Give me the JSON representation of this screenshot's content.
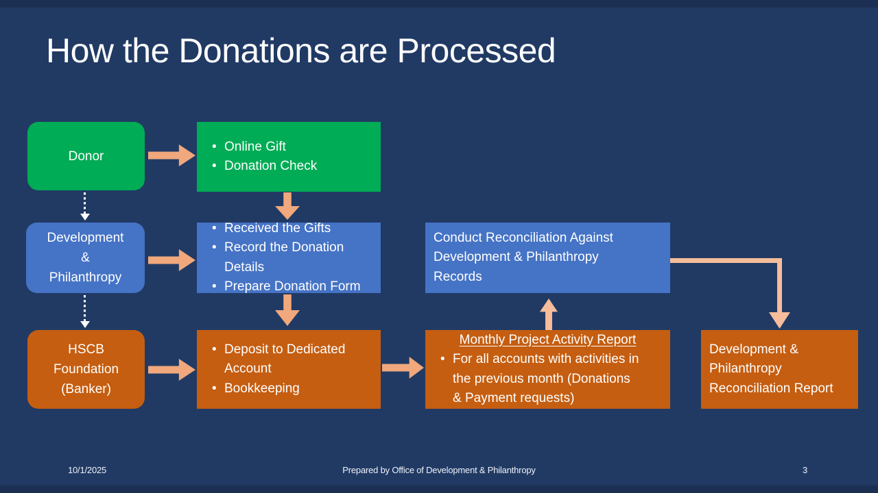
{
  "title": "How the Donations are Processed",
  "colors": {
    "background": "#213a64",
    "green": "#00ac55",
    "blue": "#4573c5",
    "orange": "#c55e11",
    "arrow": "#f0a87c",
    "connector": "#f5bd9b"
  },
  "flow": {
    "donor": {
      "label": "Donor"
    },
    "gifts": {
      "items": [
        "Online Gift",
        "Donation Check"
      ]
    },
    "devphil": {
      "lines": [
        "Development",
        "&",
        "Philanthropy"
      ]
    },
    "received": {
      "items": [
        "Received the Gifts",
        "Record the Donation",
        "Details",
        "Prepare Donation Form"
      ]
    },
    "reconcile": {
      "lines": [
        "Conduct Reconciliation Against",
        "Development & Philanthropy",
        "Records"
      ]
    },
    "hscb": {
      "lines": [
        "HSCB",
        "Foundation",
        "(Banker)"
      ]
    },
    "deposit": {
      "items": [
        "Deposit to Dedicated",
        "Account",
        "Bookkeeping"
      ]
    },
    "monthly": {
      "heading": "Monthly Project Activity Report",
      "items": [
        "For all accounts with activities in",
        "the previous month (Donations",
        "& Payment requests)"
      ]
    },
    "report": {
      "lines": [
        "Development &",
        "Philanthropy",
        "Reconciliation Report"
      ]
    }
  },
  "footer": {
    "date": "10/1/2025",
    "prepared_by": "Prepared by Office of Development & Philanthropy",
    "page_number": "3"
  }
}
